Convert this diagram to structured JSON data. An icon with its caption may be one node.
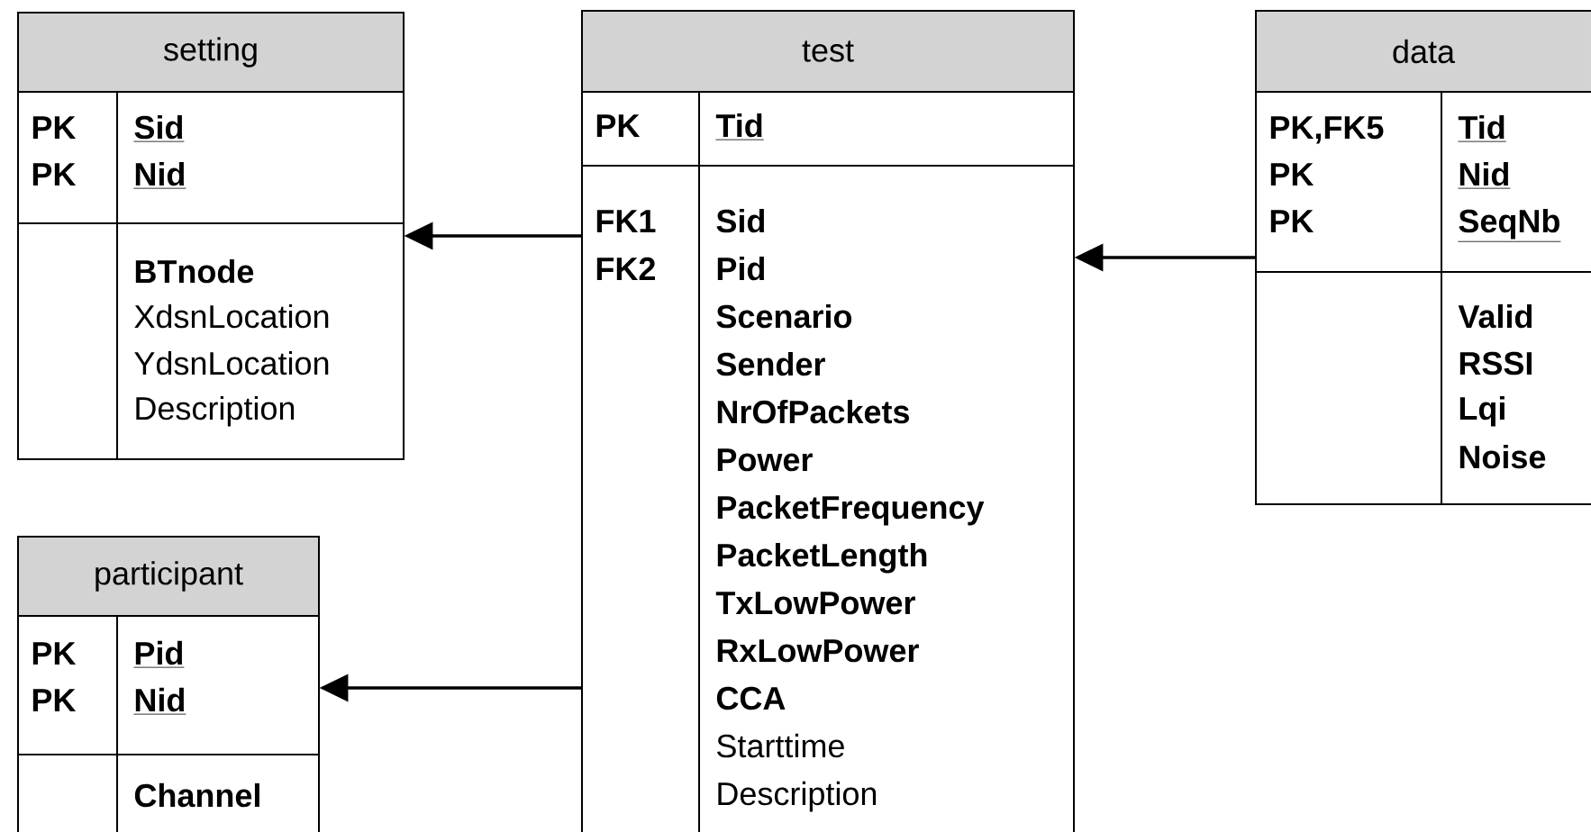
{
  "diagram": {
    "nodes": [
      {
        "text": [
          "setting",
          "PK",
          "Sid",
          "PK",
          "Nid",
          "BTnode",
          "XdsnLocation",
          "YdsnLocation",
          "Description"
        ]
      },
      {
        "text": [
          "test",
          "PK",
          "Tid",
          "FK1",
          "Sid",
          "FK2",
          "Pid",
          "Scenario",
          "Sender",
          "NrOfPackets",
          "Power",
          "PacketFrequency",
          "PacketLength",
          "TxLowPower",
          "RxLowPower",
          "CCA",
          "Starttime",
          "Description"
        ]
      },
      {
        "text": [
          "data",
          "PK,FK5",
          "Tid",
          "PK",
          "Nid",
          "PK",
          "SeqNb",
          "Valid",
          "RSSI",
          "Lqi",
          "Noise"
        ]
      },
      {
        "text": [
          "participant",
          "PK",
          "Pid",
          "PK",
          "Nid",
          "Channel"
        ]
      }
    ],
    "edges": [
      {
        "from": 1,
        "to": 0,
        "arrow": "to"
      },
      {
        "from": 2,
        "to": 1,
        "arrow": "to"
      },
      {
        "from": 1,
        "to": 3,
        "arrow": "to"
      }
    ]
  }
}
